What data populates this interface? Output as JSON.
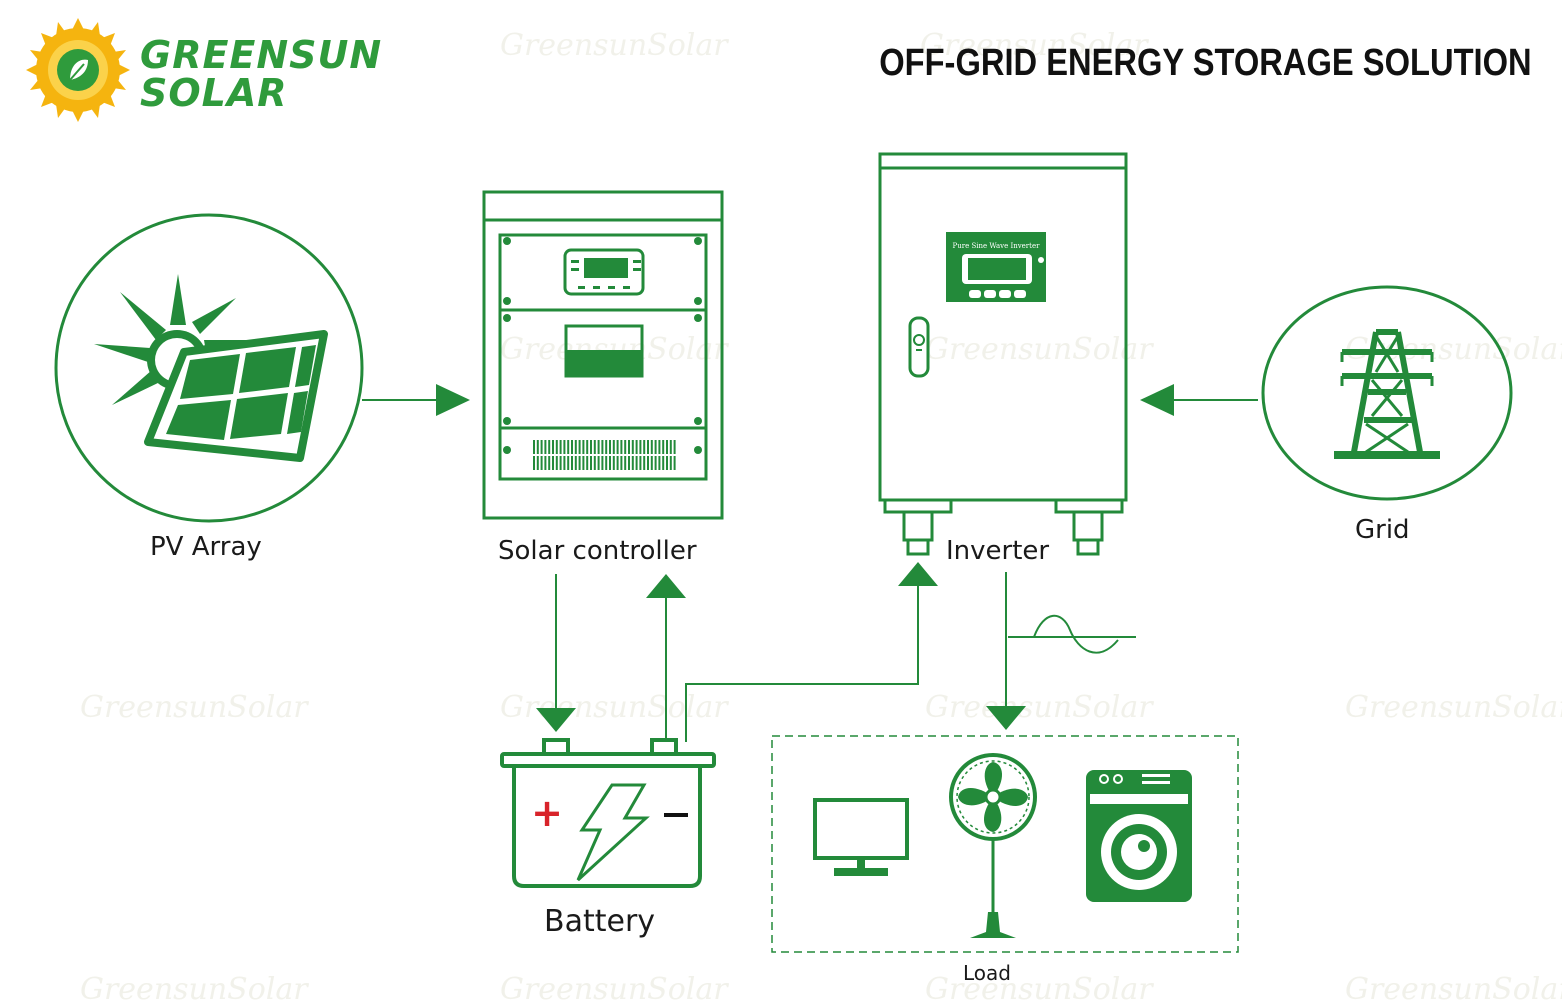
{
  "brand": {
    "line1": "GREENSUN",
    "line2": "SOLAR"
  },
  "title": "OFF-GRID ENERGY STORAGE SOLUTION",
  "watermark": "GreensunSolar",
  "colors": {
    "green": "#238a3a",
    "brand_green": "#2f9b3c",
    "sun": "#f5b40f",
    "plus": "#d8232a"
  },
  "nodes": {
    "pv_array": "PV Array",
    "solar_controller": "Solar controller",
    "inverter": "Inverter",
    "grid": "Grid",
    "battery": "Battery",
    "load": "Load"
  },
  "inverter_display": "Pure Sine Wave Inverter",
  "battery_signs": {
    "plus": "+",
    "minus": "−"
  },
  "load_devices": [
    "monitor-icon",
    "fan-icon",
    "washing-machine-icon"
  ]
}
